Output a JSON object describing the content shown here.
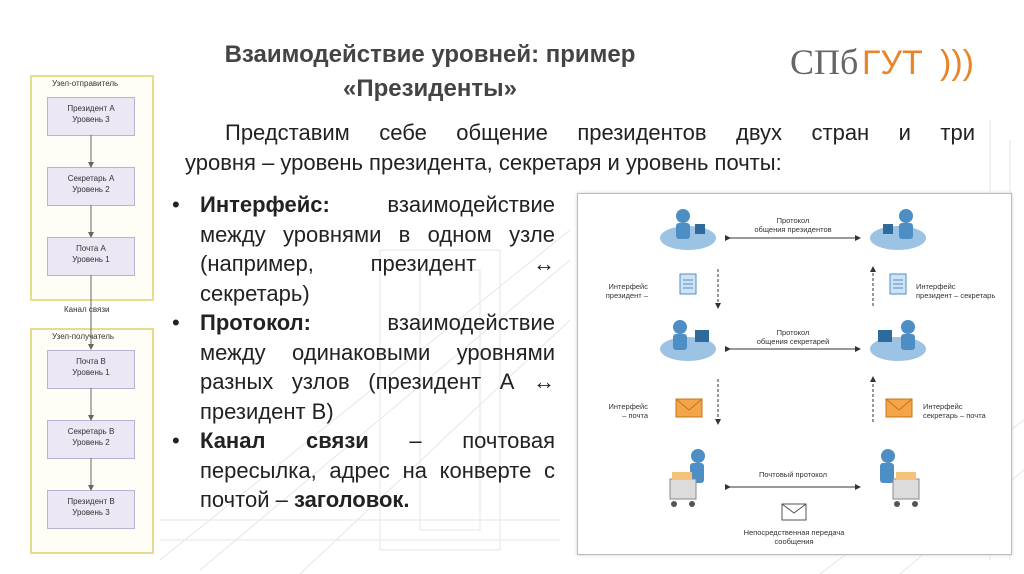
{
  "slide": {
    "title_line1": "Взаимодействие уровней: пример",
    "title_line2": "«Президенты»",
    "logo_text_a": "СПб",
    "logo_text_b": "ГУТ",
    "logo_waves": ")))",
    "intro_line1": "Представим себе общение президентов двух стран и три",
    "intro_line2": "уровня – уровень президента, секретаря и уровень почты:",
    "bullets": [
      {
        "term": "Интерфейс:",
        "text": " взаимодействие между уровнями в одном узле (например, президент ↔ секретарь)"
      },
      {
        "term": "Протокол:",
        "text": " взаимодействие между одинаковыми уровнями разных узлов (президент А ↔ президент В)"
      },
      {
        "term": "Канал связи",
        "text": " – почтовая пересылка, адрес на конверте с почтой – "
      },
      {
        "term_end": "заголовок."
      }
    ]
  },
  "left_diagram": {
    "sender_label": "Узел-отправитель",
    "receiver_label": "Узел-получатель",
    "channel_label": "Канал связи",
    "sender_boxes": [
      {
        "l1": "Президент А",
        "l2": "Уровень 3"
      },
      {
        "l1": "Секретарь А",
        "l2": "Уровень 2"
      },
      {
        "l1": "Почта А",
        "l2": "Уровень 1"
      }
    ],
    "receiver_boxes": [
      {
        "l1": "Почта В",
        "l2": "Уровень 1"
      },
      {
        "l1": "Секретарь В",
        "l2": "Уровень 2"
      },
      {
        "l1": "Президент В",
        "l2": "Уровень 3"
      }
    ]
  },
  "right_diagram": {
    "proto_pres_1": "Протокол",
    "proto_pres_2": "общения президентов",
    "proto_sec_1": "Протокол",
    "proto_sec_2": "общения секретарей",
    "proto_post": "Почтовый протокол",
    "if_left_top_1": "Интерфейс",
    "if_left_top_2": "президент –",
    "if_right_top_1": "Интерфейс",
    "if_right_top_2": "президент – секретарь",
    "if_left_bot_1": "Интерфейс",
    "if_left_bot_2": "– почта",
    "if_right_bot_1": "Интерфейс",
    "if_right_bot_2": "секретарь – почта",
    "direct_1": "Непосредственная передача",
    "direct_2": "сообщения"
  },
  "colors": {
    "accent_orange": "#e8842a",
    "logo_gray": "#666666",
    "box_fill": "#ebe7f5",
    "group_border": "#e6dc8e",
    "figure_blue": "#4d8ec4"
  }
}
